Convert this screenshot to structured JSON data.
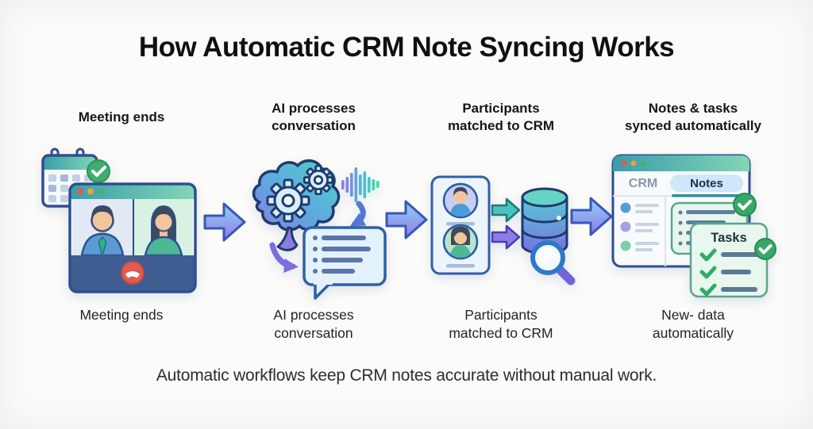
{
  "title": "How Automatic CRM Note Syncing Works",
  "steps": [
    {
      "id": "meeting-ends",
      "header": "Meeting ends",
      "caption": "Meeting ends"
    },
    {
      "id": "ai-processes",
      "header": "AI processes\nconversation",
      "caption": "AI processes\nconversation"
    },
    {
      "id": "participants-matched",
      "header": "Participants\nmatched to CRM",
      "caption": "Participants\nmatched to CRM"
    },
    {
      "id": "notes-synced",
      "header": "Notes & tasks\nsynced automatically",
      "caption": "New- data\nautomatically"
    }
  ],
  "crm_window": {
    "tab_crm": "CRM",
    "tab_notes": "Notes",
    "tasks_title": "Tasks"
  },
  "footer": "Automatic workflows keep CRM notes accurate without manual work.",
  "colors": {
    "teal_accent": "#3a9daa",
    "purple_accent": "#8b7ce8",
    "blue_accent": "#7ec8f0",
    "success_green": "#36a968",
    "end_call_red": "#e25b52",
    "outline_navy": "#2f4f8f"
  }
}
